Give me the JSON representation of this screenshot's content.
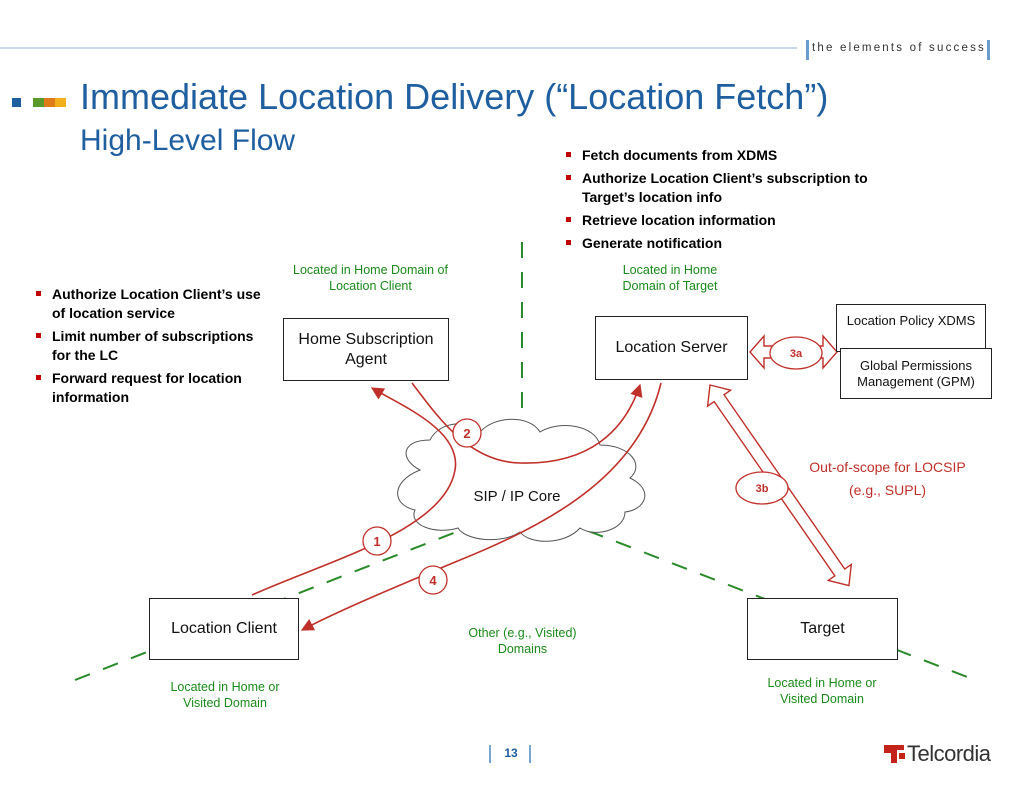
{
  "header": {
    "tagline": "the elements of success",
    "colors": {
      "blue": "#1f5fa0",
      "green": "#5a9a2c",
      "orange": "#e07b1a",
      "gold": "#f2b01c"
    }
  },
  "title": {
    "main": "Immediate Location Delivery (“Location Fetch”)",
    "sub": "High-Level Flow"
  },
  "server_tasks": [
    "Fetch documents from XDMS",
    "Authorize Location Client’s subscription to Target’s location info",
    "Retrieve location information",
    "Generate notification"
  ],
  "agent_tasks": [
    "Authorize Location Client’s use of location service",
    "Limit number of subscriptions for the LC",
    "Forward request for location information"
  ],
  "domains": {
    "home_client": "Located in Home Domain of Location Client",
    "home_target": "Located in Home Domain of Target",
    "other": "Other (e.g., Visited) Domains",
    "client_loc": "Located in Home or Visited Domain",
    "target_loc": "Located in Home or Visited Domain"
  },
  "nodes": {
    "hsa": "Home Subscription Agent",
    "location_server": "Location Server",
    "xdms": "Location Policy XDMS",
    "gpm": "Global Permissions Management (GPM)",
    "core": "SIP / IP Core",
    "client": "Location Client",
    "target": "Target"
  },
  "steps": {
    "s1": "1",
    "s2": "2",
    "s3a": "3a",
    "s3b": "3b",
    "s4": "4"
  },
  "out_of_scope": {
    "line1": "Out-of-scope for LOCSIP",
    "line2": "(e.g., SUPL)"
  },
  "footer": {
    "page": "13",
    "logo": "Telcordia"
  }
}
